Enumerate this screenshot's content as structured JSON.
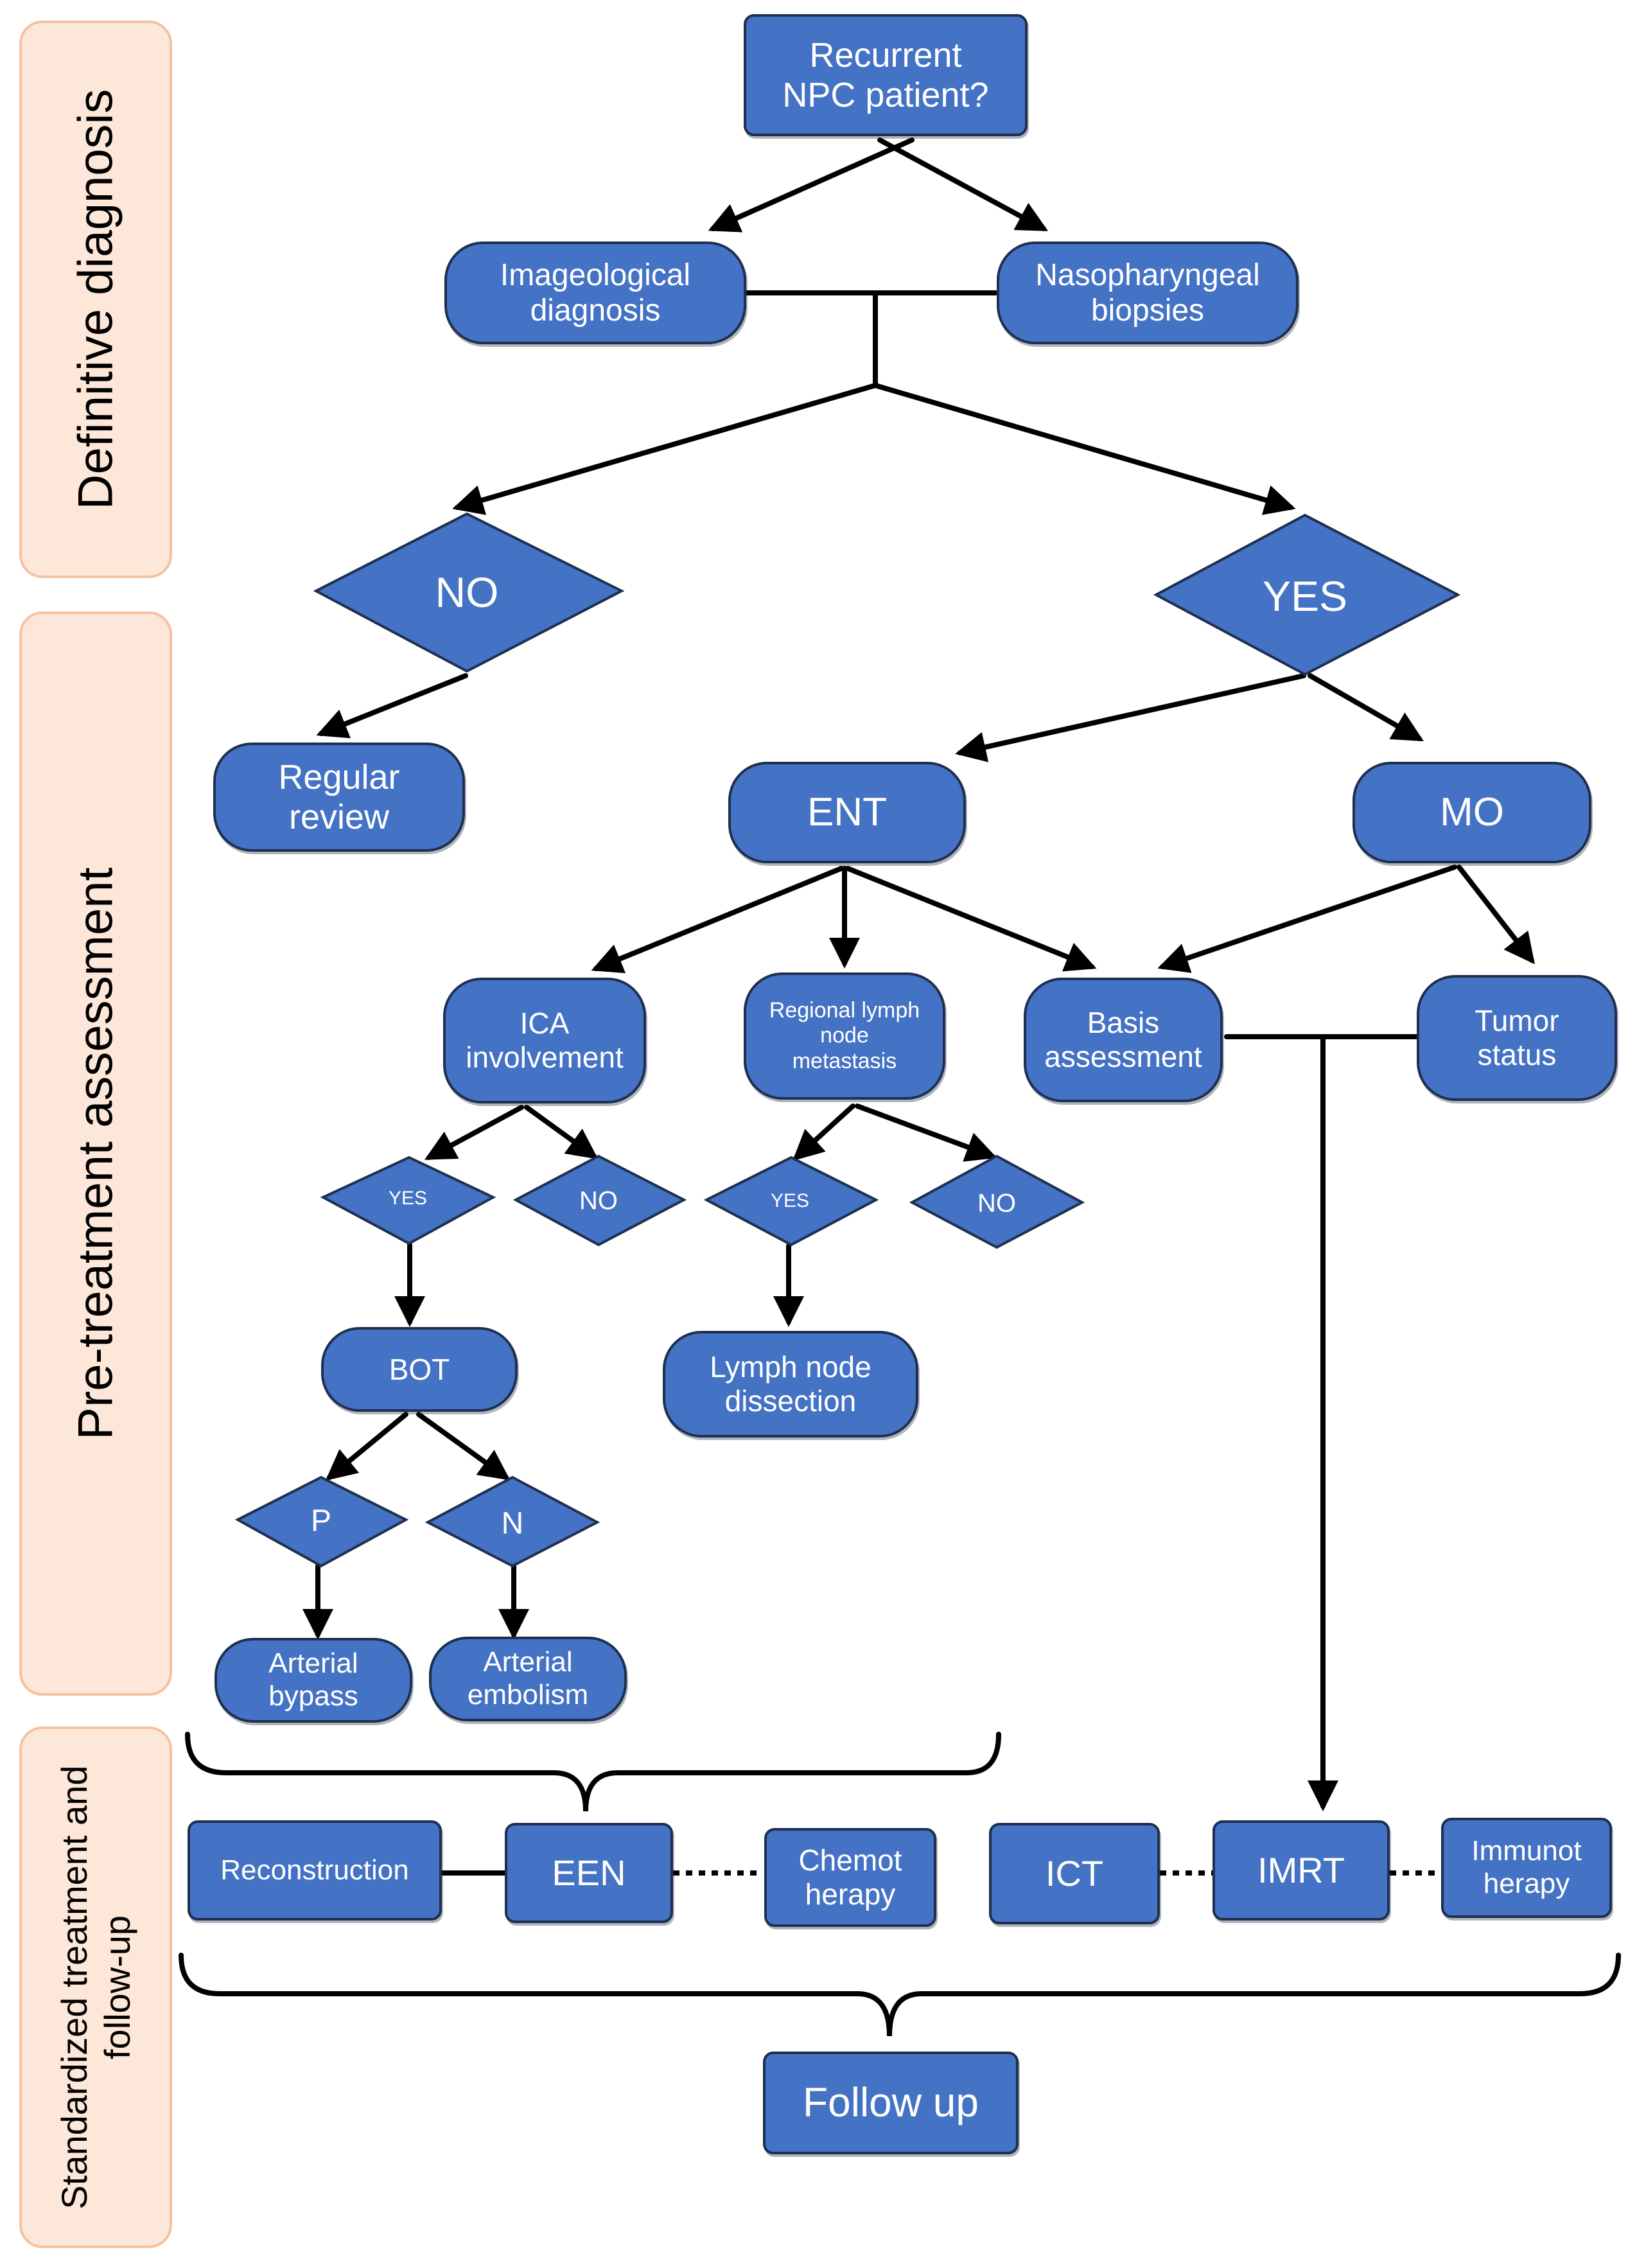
{
  "colors": {
    "node_fill": "#4472c4",
    "node_border": "#1f2f4f",
    "stage_fill": "#fde7d8",
    "stage_border": "#f5c2a0",
    "line": "#000000"
  },
  "stages": {
    "definitive": "Definitive diagnosis",
    "pretreatment": "Pre-treatment assessment",
    "standardized_line1": "Standardized treatment and",
    "standardized_line2": "follow-up"
  },
  "nodes": {
    "recurrent": "Recurrent\nNPC patient?",
    "imageological": "Imageological\ndiagnosis",
    "biopsies": "Nasopharyngeal\nbiopsies",
    "regular_review": "Regular\nreview",
    "ent": "ENT",
    "mo": "MO",
    "ica": "ICA\ninvolvement",
    "regional": "Regional lymph\nnode\nmetastasis",
    "basis": "Basis\nassessment",
    "tumor_status": "Tumor\nstatus",
    "bot": "BOT",
    "lymph_dissection": "Lymph node\ndissection",
    "arterial_bypass": "Arterial\nbypass",
    "arterial_embolism": "Arterial\nembolism",
    "reconstruction": "Reconstruction",
    "een": "EEN",
    "chemotherapy": "Chemot\nherapy",
    "ict": "ICT",
    "imrt": "IMRT",
    "immunotherapy": "Immunot\nherapy",
    "follow_up": "Follow up"
  },
  "decisions": {
    "no_main": "NO",
    "yes_main": "YES",
    "ica_yes": "YES",
    "ica_no": "NO",
    "regional_yes": "YES",
    "regional_no": "NO",
    "bot_p": "P",
    "bot_n": "N"
  }
}
